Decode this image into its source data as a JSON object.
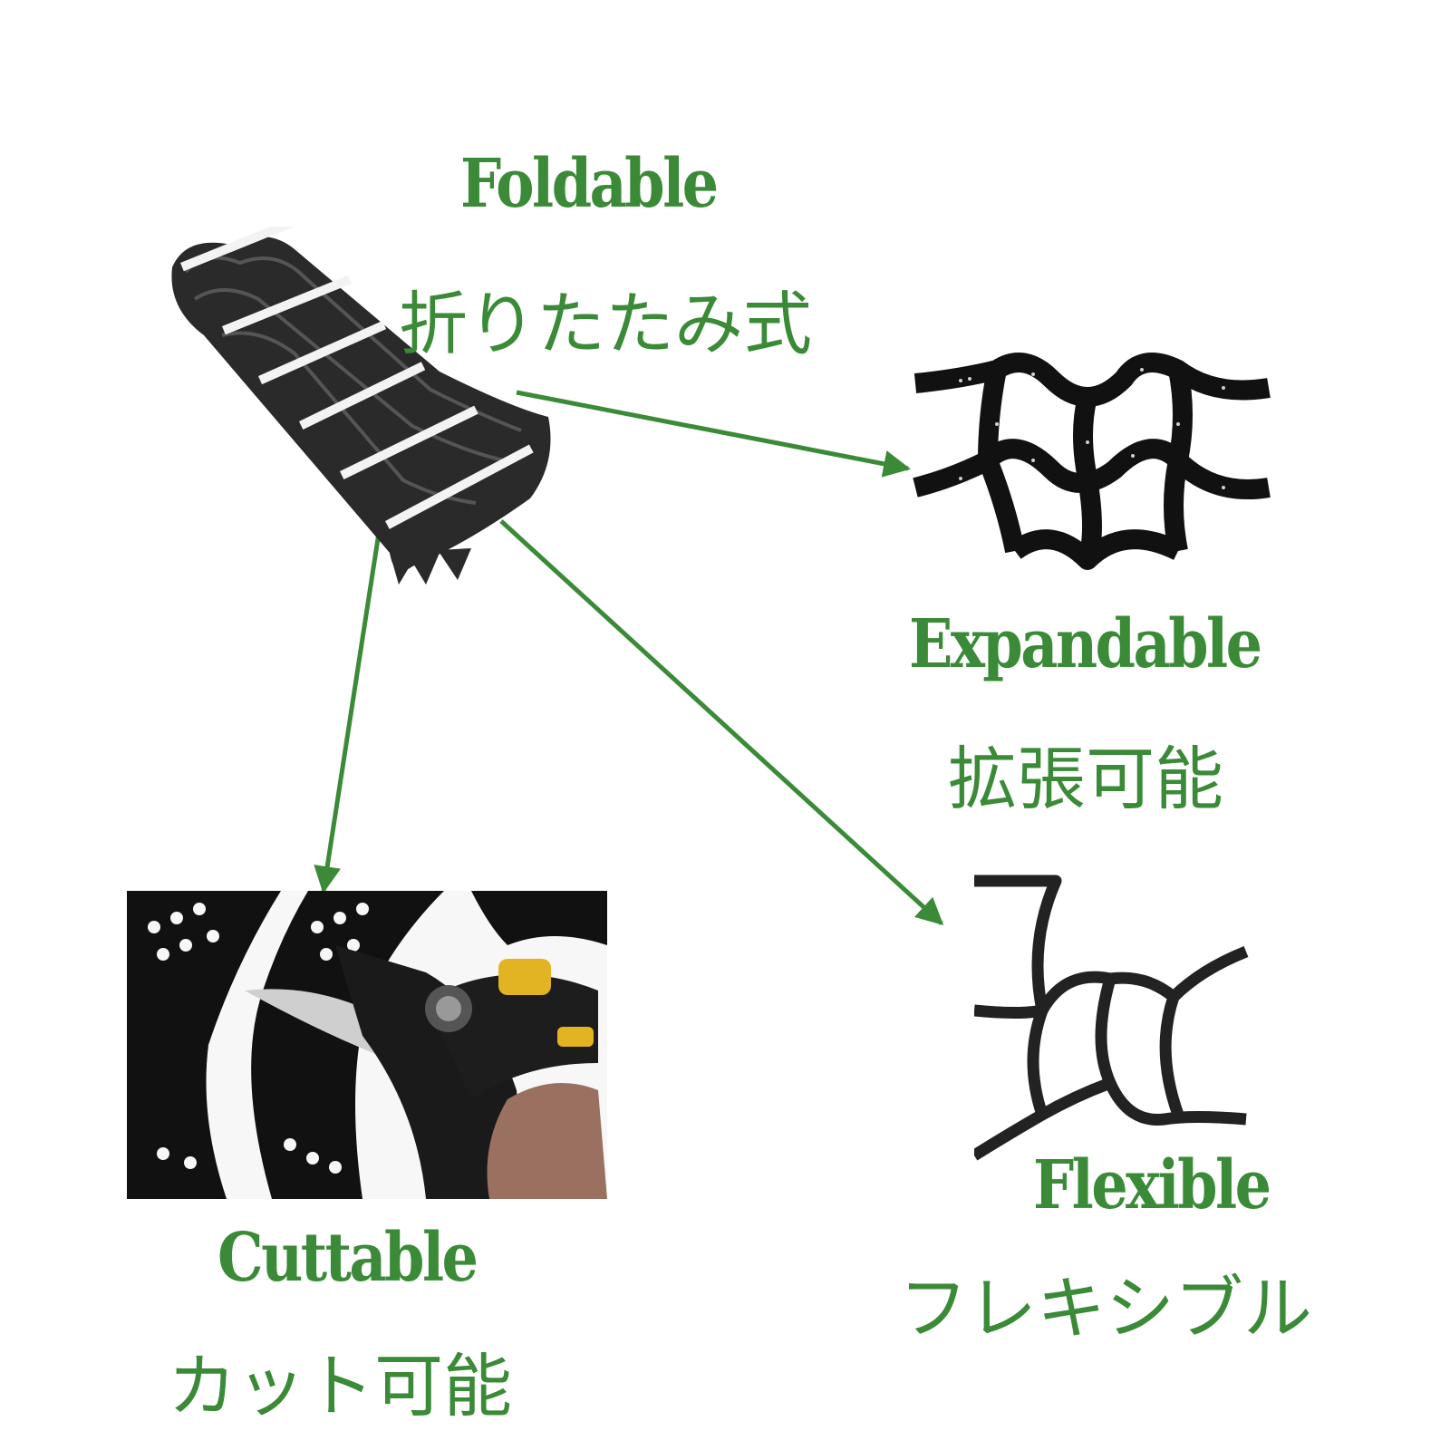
{
  "colors": {
    "accent": "#3a8a37",
    "product": "#111111",
    "background": "#ffffff"
  },
  "features": {
    "foldable": {
      "en": "Foldable",
      "jp": "折りたたみ式"
    },
    "expandable": {
      "en": "Expandable",
      "jp": "拡張可能"
    },
    "flexible": {
      "en": "Flexible",
      "jp": "フレキシブル"
    },
    "cuttable": {
      "en": "Cuttable",
      "jp": "カット可能"
    }
  }
}
